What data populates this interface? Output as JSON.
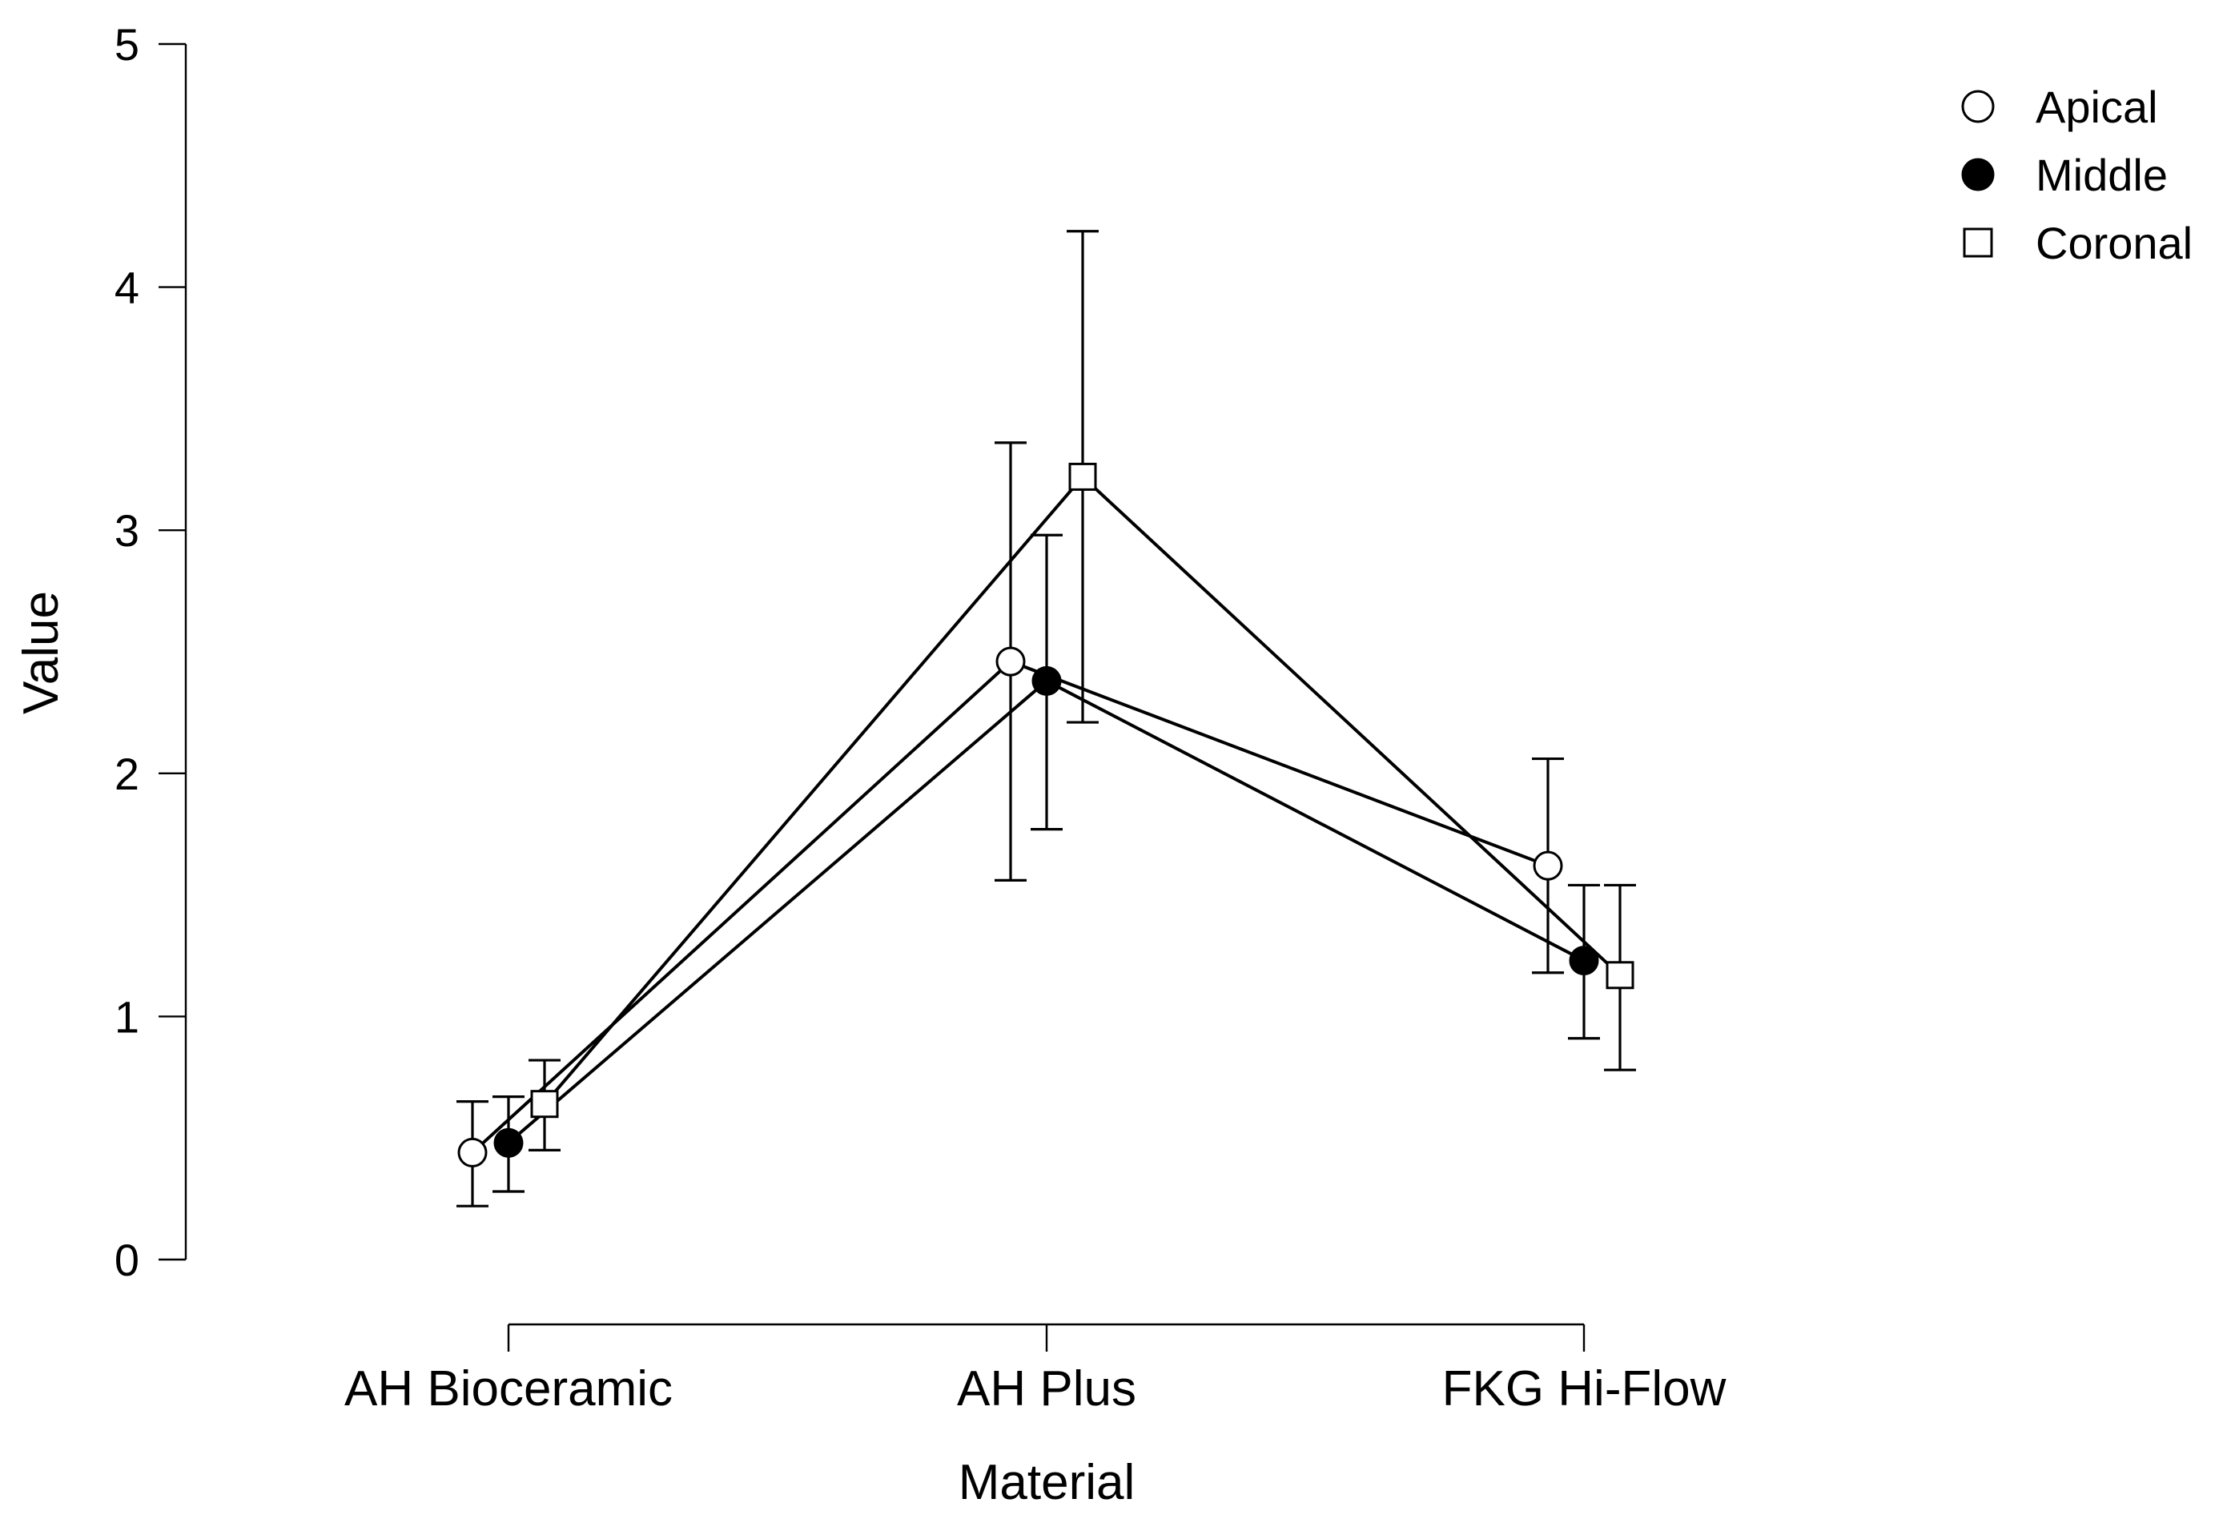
{
  "chart_data": {
    "type": "line",
    "title": "",
    "xlabel": "Material",
    "ylabel": "Value",
    "ylim": [
      0,
      5
    ],
    "yticks": [
      "0",
      "1",
      "2",
      "3",
      "4",
      "5"
    ],
    "categories": [
      "AH Bioceramic",
      "AH Plus",
      "FKG Hi-Flow"
    ],
    "legend_position": "top-right",
    "grid": false,
    "series": [
      {
        "name": "Apical",
        "marker": "circle-open",
        "values": [
          0.44,
          2.46,
          1.62
        ],
        "lower": [
          0.22,
          1.56,
          1.18
        ],
        "upper": [
          0.65,
          3.36,
          2.06
        ]
      },
      {
        "name": "Middle",
        "marker": "circle-filled",
        "values": [
          0.48,
          2.38,
          1.23
        ],
        "lower": [
          0.28,
          1.77,
          0.91
        ],
        "upper": [
          0.67,
          2.98,
          1.54
        ]
      },
      {
        "name": "Coronal",
        "marker": "square-open",
        "values": [
          0.64,
          3.22,
          1.17
        ],
        "lower": [
          0.45,
          2.21,
          0.78
        ],
        "upper": [
          0.82,
          4.23,
          1.54
        ]
      }
    ]
  }
}
